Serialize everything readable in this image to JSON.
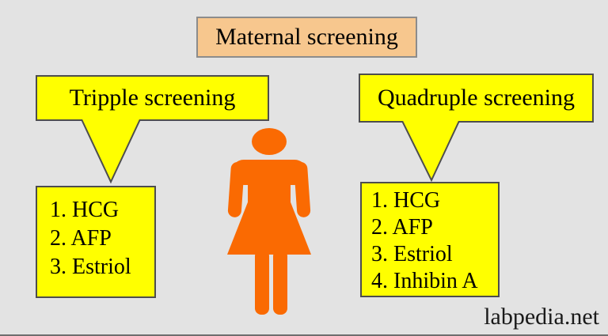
{
  "title": {
    "label": "Maternal screening"
  },
  "bubbles": {
    "triple": {
      "label": "Tripple screening"
    },
    "quadruple": {
      "label": "Quadruple screening"
    }
  },
  "boxes": {
    "triple": {
      "items": [
        "1. HCG",
        "2. AFP",
        "3. Estriol"
      ]
    },
    "quadruple": {
      "items": [
        "1. HCG",
        "2. AFP",
        "3. Estriol",
        "4. Inhibin A"
      ]
    }
  },
  "figure": {
    "icon": "female-figure-icon"
  },
  "watermark": {
    "label": "labpedia.net"
  },
  "colors": {
    "background": "#e3e3e3",
    "title_fill": "#f7c78e",
    "title_border": "#8c8c8c",
    "bubble_fill": "#ffff00",
    "bubble_border": "#4d4d4d",
    "figure_orange": "#fa6a02",
    "text": "#000000"
  }
}
